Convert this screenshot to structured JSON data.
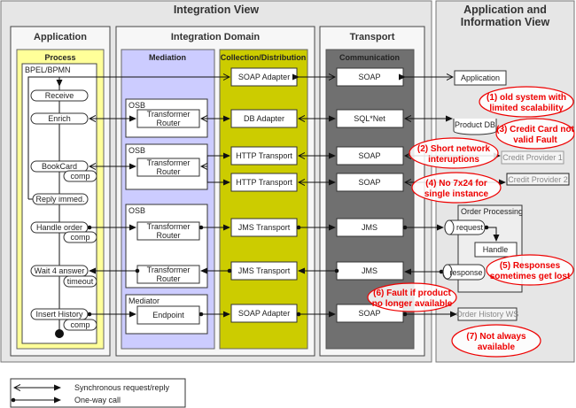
{
  "integration_view": {
    "title": "Integration View",
    "application": {
      "title": "Application",
      "process_title": "Process",
      "bpel_label": "BPEL/BPMN",
      "steps": [
        "Receive",
        "Enrich",
        "BookCard",
        "comp",
        "Reply immed.",
        "Handle order",
        "comp",
        "Wait 4 answer",
        "timeout",
        "Insert History",
        "comp"
      ]
    },
    "integration_domain": {
      "title": "Integration Domain",
      "mediation": {
        "title": "Mediation",
        "osb_label": "OSB",
        "mediator_label": "Mediator",
        "transformer_router": [
          "Transformer",
          "Router"
        ],
        "endpoint": "Endpoint"
      },
      "collection": {
        "title": "Collection/Distribution",
        "items": [
          "SOAP Adapter",
          "DB Adapter",
          "HTTP Transport",
          "HTTP Transport",
          "JMS Transport",
          "JMS Transport",
          "SOAP Adapter"
        ]
      }
    },
    "transport": {
      "title": "Transport",
      "communication_title": "Communication",
      "items": [
        "SOAP",
        "SQL*Net",
        "SOAP",
        "SOAP",
        "JMS",
        "JMS",
        "SOAP"
      ]
    }
  },
  "app_info_view": {
    "title_line1": "Application and",
    "title_line2": "Information View",
    "application": "Application",
    "product_db": "Product DB",
    "credit_provider_1": "Credit Provider 1",
    "credit_provider_2": "Credit Provider 2",
    "order_processing": "Order Processing",
    "request": "request",
    "handle": "Handle",
    "response": "response",
    "order_history": "Order History WS"
  },
  "callouts": [
    [
      "(1) old system with",
      "limited scalability"
    ],
    [
      "(2) Short network",
      "interuptions"
    ],
    [
      "(3) Credit Card not",
      "valid Fault"
    ],
    [
      "(4) No 7x24 for",
      "single instance"
    ],
    [
      "(5) Responses",
      "sometimes get lost"
    ],
    [
      "(6) Fault if product",
      "no longer available"
    ],
    [
      "(7) Not always",
      "available"
    ]
  ],
  "legend": {
    "sync": "Synchronous request/reply",
    "oneway": "One-way call"
  },
  "colors": {
    "process": "#ffff99",
    "mediation": "#ccccff",
    "collection": "#cccc00",
    "communication": "#707070",
    "callout": "#ee0000"
  }
}
